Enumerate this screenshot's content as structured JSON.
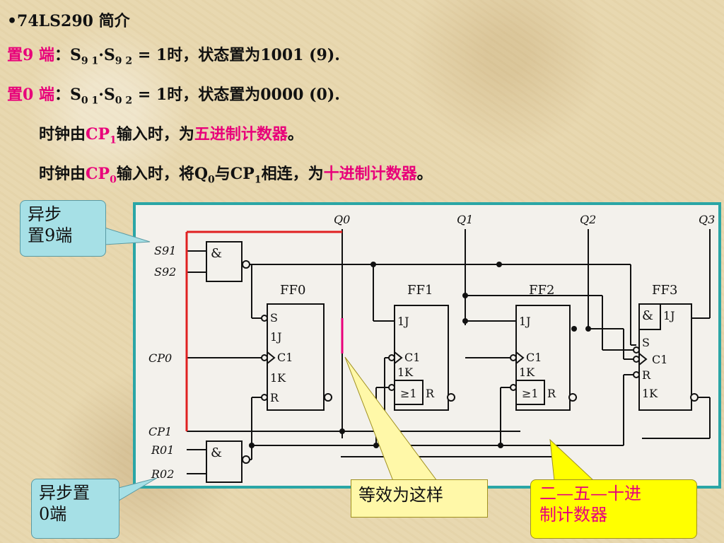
{
  "title": "•74LS290 简介",
  "line_set9": {
    "label": "置9 端",
    "sep": "：",
    "formula_a": "S",
    "sub_a": "9 1",
    "dot": "·",
    "formula_b": "S",
    "sub_b": "9 2",
    "tail": " = 1时，状态置为1001   (9)."
  },
  "line_set0": {
    "label": "置0 端",
    "sep": "：",
    "formula_a": "S",
    "sub_a": "0 1",
    "dot": "·",
    "formula_b": "S",
    "sub_b": "0 2",
    "tail": " = 1时，状态置为0000   (0)."
  },
  "line_cp1": {
    "pre": "时钟由",
    "cp": "CP",
    "cp_sub": "1",
    "mid": "输入时，为",
    "result": "五进制计数器",
    "end": "。"
  },
  "line_cp0": {
    "pre": "时钟由",
    "cp": "CP",
    "cp_sub": "0",
    "mid": "输入时，将",
    "q": "Q",
    "q_sub": "0",
    "with": "与",
    "cp1": "CP",
    "cp1_sub": "1",
    "mid2": "相连，为",
    "result": "十进制计数器",
    "end": "。"
  },
  "diagram": {
    "outputs": [
      "Q0",
      "Q1",
      "Q2",
      "Q3"
    ],
    "inputs": {
      "s91": "S91",
      "s92": "S92",
      "cp0": "CP0",
      "cp1": "CP1",
      "r01": "R01",
      "r02": "R02"
    },
    "gate_symbol": "&",
    "flipflops": [
      {
        "name": "FF0",
        "pins": [
          "S",
          "1J",
          "C1",
          "1K",
          "R"
        ]
      },
      {
        "name": "FF1",
        "pins": [
          "1J",
          "C1",
          "1K",
          "R"
        ]
      },
      {
        "name": "FF2",
        "pins": [
          "1J",
          "C1",
          "1K",
          "R"
        ]
      },
      {
        "name": "FF3",
        "pins": [
          "1J",
          "S",
          "C1",
          "R",
          "1K"
        ]
      }
    ],
    "ge_symbol": "≥1"
  },
  "callouts": {
    "async_set9": [
      "异步",
      "置9端"
    ],
    "async_set0": [
      "异步置",
      "0端"
    ],
    "equivalent": "等效为这样",
    "counter": [
      "二—五—十进",
      "制计数器"
    ]
  },
  "colors": {
    "pink": "#e8007a",
    "red_wire": "#e02020",
    "frame": "#2aa6a6",
    "cyan_callout": "#a6e0e6",
    "yellow_callout": "#ffff00",
    "light_yellow_callout": "#fff8a8"
  }
}
